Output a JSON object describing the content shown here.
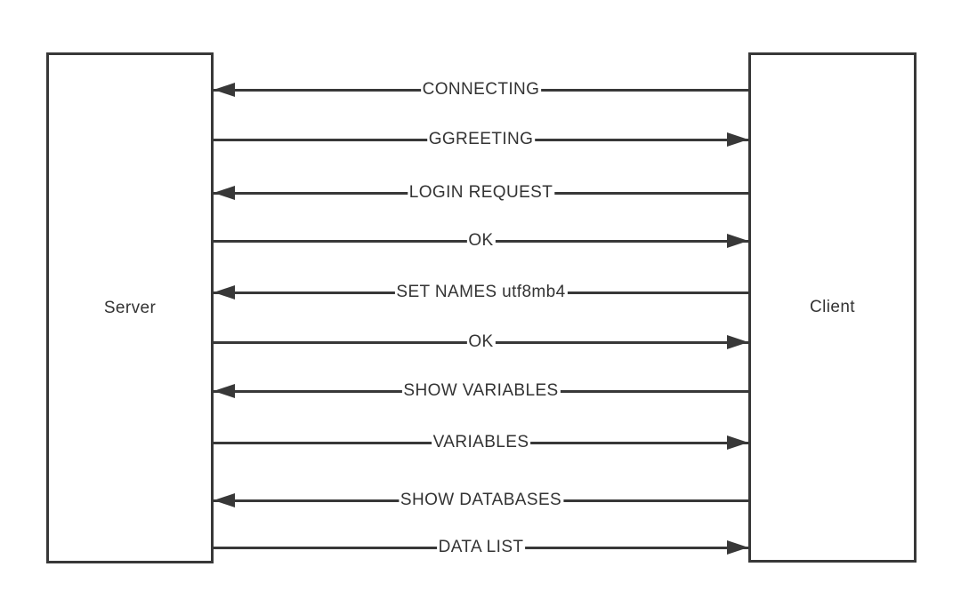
{
  "diagram": {
    "left_box": {
      "label": "Server"
    },
    "right_box": {
      "label": "Client"
    },
    "messages": [
      {
        "label": "CONNECTING",
        "direction": "to-server"
      },
      {
        "label": "GGREETING",
        "direction": "to-client"
      },
      {
        "label": "LOGIN REQUEST",
        "direction": "to-server"
      },
      {
        "label": "OK",
        "direction": "to-client"
      },
      {
        "label": "SET NAMES utf8mb4",
        "direction": "to-server"
      },
      {
        "label": "OK",
        "direction": "to-client"
      },
      {
        "label": "SHOW VARIABLES",
        "direction": "to-server"
      },
      {
        "label": "VARIABLES",
        "direction": "to-client"
      },
      {
        "label": "SHOW DATABASES",
        "direction": "to-server"
      },
      {
        "label": "DATA LIST",
        "direction": "to-client"
      }
    ],
    "colors": {
      "stroke": "#383838",
      "background": "#ffffff"
    }
  }
}
